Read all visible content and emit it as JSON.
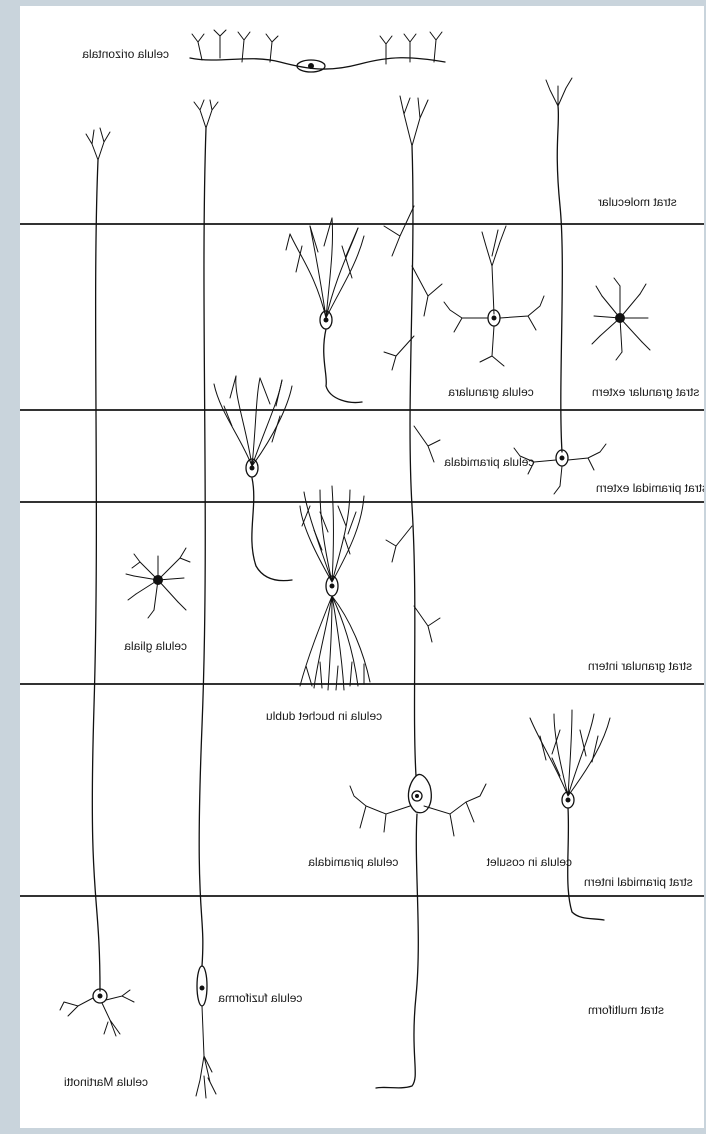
{
  "layers": [
    {
      "id": "molecular",
      "label": "strat molecular"
    },
    {
      "id": "granular-extern",
      "label": "strat granular extern"
    },
    {
      "id": "piramidal-extern",
      "label": "strat piramidal extern"
    },
    {
      "id": "granular-intern",
      "label": "strat granular intern"
    },
    {
      "id": "piramidal-intern",
      "label": "strat piramidal intern"
    },
    {
      "id": "multiform",
      "label": "strat multiform"
    }
  ],
  "cells": {
    "orizontala": "celula orizontala",
    "granulara": "celula granulara",
    "piramidala_mica": "celula piramidala",
    "gliala": "celula gliala",
    "buchet_dublu": "celula in buchet dublu",
    "piramidala_mare": "celula piramidala",
    "cosulet": "celula in cosulet",
    "fuziforma": "celula fuziforma",
    "martinotti": "celula Martinotti"
  },
  "colors": {
    "ink": "#111111",
    "page": "#ffffff",
    "frame": "#c9d4dc",
    "divider": "#333333"
  }
}
